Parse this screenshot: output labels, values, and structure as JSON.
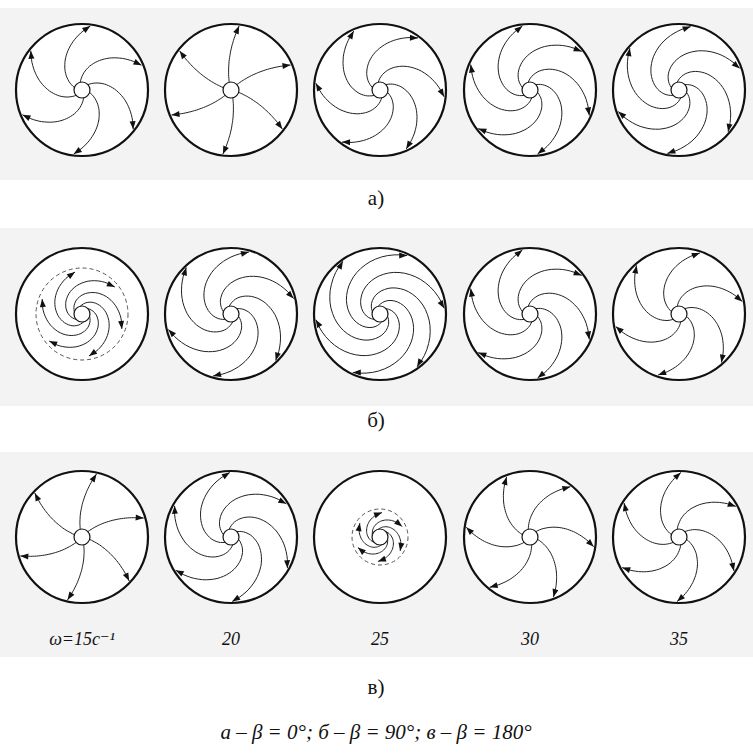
{
  "diagram": {
    "caption": "а – β = 0°; б – β = 90°; в – β = 180°",
    "labels": [
      "а)",
      "б)",
      "в)",
      "ω=15с⁻¹",
      "20",
      "25",
      "30",
      "35"
    ]
  }
}
